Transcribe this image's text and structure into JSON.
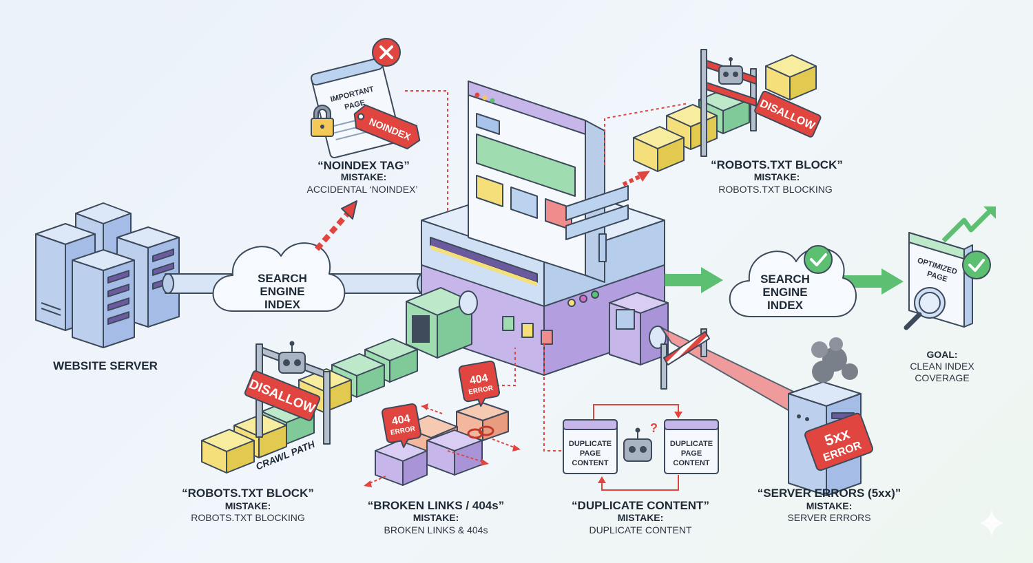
{
  "server": {
    "label": "WEBSITE SERVER"
  },
  "cloud_left": {
    "line1": "SEARCH",
    "line2": "ENGINE",
    "line3": "INDEX"
  },
  "cloud_right": {
    "line1": "SEARCH",
    "line2": "ENGINE",
    "line3": "INDEX"
  },
  "noindex": {
    "doc_line1": "IMPORTANT",
    "doc_line2": "PAGE",
    "tag": "NOINDEX",
    "title": "“NOINDEX TAG”",
    "mistake_label": "MISTAKE:",
    "mistake": "ACCIDENTAL ‘NOINDEX’"
  },
  "robots_top": {
    "sign": "DISALLOW",
    "title": "“ROBOTS.TXT BLOCK”",
    "mistake_label": "MISTAKE:",
    "mistake": "ROBOTS.TXT BLOCKING"
  },
  "robots_bottom": {
    "sign": "DISALLOW",
    "path_label": "CRAWL PATH",
    "title": "“ROBOTS.TXT BLOCK”",
    "mistake_label": "MISTAKE:",
    "mistake": "ROBOTS.TXT BLOCKING"
  },
  "broken": {
    "badge1_line1": "404",
    "badge1_line2": "ERROR",
    "badge2_line1": "404",
    "badge2_line2": "ERROR",
    "title": "“BROKEN LINKS / 404s”",
    "mistake_label": "MISTAKE:",
    "mistake": "BROKEN LINKS & 404s"
  },
  "duplicate": {
    "doc_left": [
      "DUPLICATE",
      "PAGE",
      "CONTENT"
    ],
    "doc_right": [
      "DUPLICATE",
      "PAGE",
      "CONTENT"
    ],
    "title": "“DUPLICATE CONTENT”",
    "mistake_label": "MISTAKE:",
    "mistake": "DUPLICATE CONTENT"
  },
  "server_errors": {
    "badge_line1": "5xx",
    "badge_line2": "ERROR",
    "title": "“SERVER ERRORS (5xx)”",
    "mistake_label": "MISTAKE:",
    "mistake": "SERVER ERRORS"
  },
  "goal": {
    "page_line1": "OPTIMIZED",
    "page_line2": "PAGE",
    "label": "GOAL:",
    "line1": "CLEAN INDEX",
    "line2": "COVERAGE"
  },
  "colors": {
    "yellow": "#f4df7a",
    "green": "#9fdcb0",
    "blue": "#bcd3f0",
    "purple": "#c7b6ea",
    "red": "#e0463f",
    "arrow_green": "#5cbf72"
  }
}
